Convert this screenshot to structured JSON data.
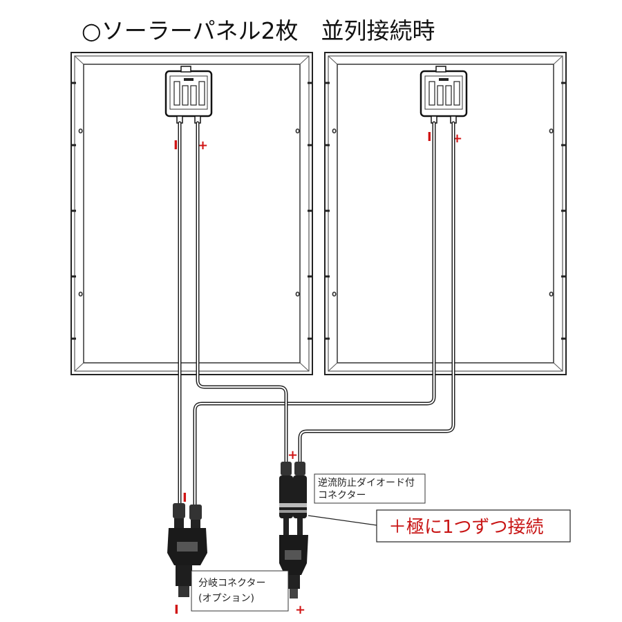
{
  "title": "○ソーラーパネル2枚　並列接続時",
  "signs": {
    "minus": "I",
    "plus": "+"
  },
  "labels": {
    "diode_line1": "逆流防止ダイオード付",
    "diode_line2": "コネクター",
    "branch_line1": "分岐コネクター",
    "branch_line2": "(オプション)",
    "callout": "＋極に1つずつ接続"
  },
  "mount_hole_glyph": "o",
  "colors": {
    "plus_sign": "#d01414",
    "callout_text": "#c81414",
    "cable": "#222222",
    "panel_frame": "#333333"
  }
}
